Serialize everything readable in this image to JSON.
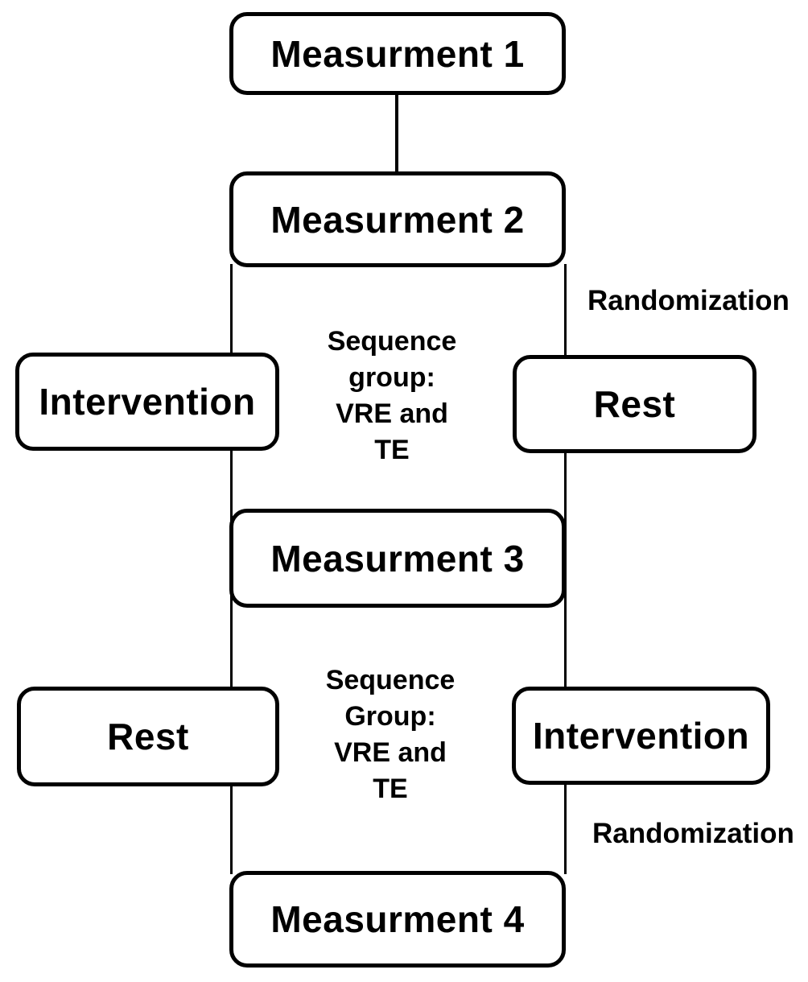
{
  "diagram": {
    "colors": {
      "background": "#ffffff",
      "stroke": "#000000",
      "text": "#000000"
    },
    "nodes": {
      "measurement1": {
        "label": "Measurment 1"
      },
      "measurement2": {
        "label": "Measurment 2"
      },
      "intervention_upper": {
        "label": "Intervention"
      },
      "rest_upper": {
        "label": "Rest"
      },
      "measurement3": {
        "label": "Measurment 3"
      },
      "rest_lower": {
        "label": "Rest"
      },
      "intervention_lower": {
        "label": "Intervention"
      },
      "measurement4": {
        "label": "Measurment 4"
      }
    },
    "annotations": {
      "randomization_upper": "Randomization",
      "randomization_lower": "Randomization",
      "sequence_upper": {
        "lines": [
          "Sequence",
          "group:",
          "VRE and",
          "TE"
        ]
      },
      "sequence_lower": {
        "lines": [
          "Sequence",
          "Group:",
          "VRE and",
          "TE"
        ]
      }
    }
  }
}
